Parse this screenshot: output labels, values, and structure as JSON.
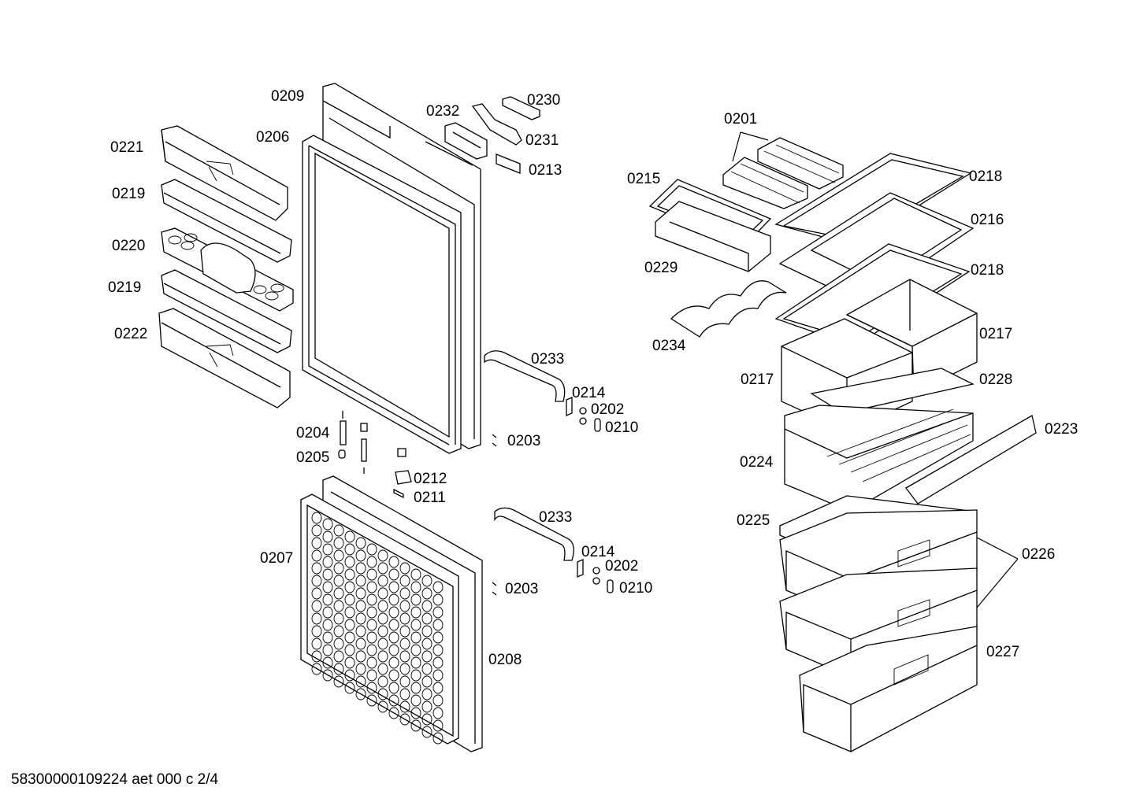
{
  "diagram": {
    "labels": {
      "p0201": "0201",
      "p0202a": "0202",
      "p0202b": "0202",
      "p0203a": "0203",
      "p0203b": "0203",
      "p0204": "0204",
      "p0205": "0205",
      "p0206": "0206",
      "p0207": "0207",
      "p0208": "0208",
      "p0209": "0209",
      "p0210a": "0210",
      "p0210b": "0210",
      "p0211": "0211",
      "p0212": "0212",
      "p0213": "0213",
      "p0214a": "0214",
      "p0214b": "0214",
      "p0215": "0215",
      "p0216": "0216",
      "p0217a": "0217",
      "p0217b": "0217",
      "p0218a": "0218",
      "p0218b": "0218",
      "p0219a": "0219",
      "p0219b": "0219",
      "p0220": "0220",
      "p0221": "0221",
      "p0222": "0222",
      "p0223": "0223",
      "p0224": "0224",
      "p0225": "0225",
      "p0226": "0226",
      "p0227": "0227",
      "p0228": "0228",
      "p0229": "0229",
      "p0230": "0230",
      "p0231": "0231",
      "p0232": "0232",
      "p0233a": "0233",
      "p0233b": "0233",
      "p0234": "0234"
    },
    "footer": "58300000109224 aet 000 c 2/4"
  }
}
